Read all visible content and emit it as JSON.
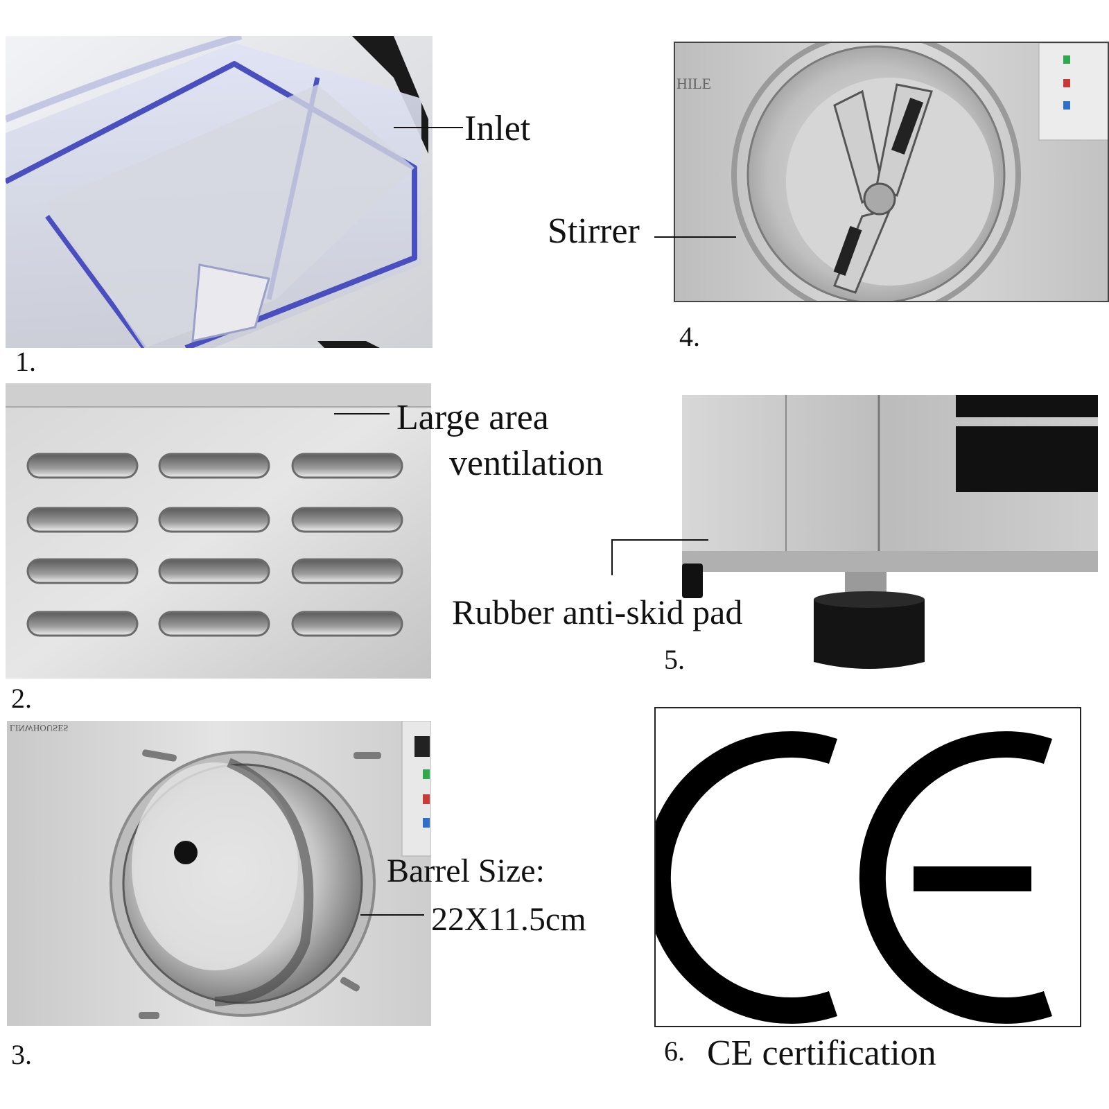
{
  "panels": [
    {
      "number": "1.",
      "caption": "Inlet",
      "subject": "transparent hopper inlet"
    },
    {
      "number": "2.",
      "caption_lines": [
        "Large area",
        "ventilation"
      ],
      "subject": "stainless steel vent louvers"
    },
    {
      "number": "3.",
      "caption_lines": [
        "Barrel Size:",
        "22X11.5cm"
      ],
      "subject": "stainless steel barrel opening"
    },
    {
      "number": "4.",
      "caption": "Stirrer",
      "subject": "stirrer blade inside barrel"
    },
    {
      "number": "5.",
      "caption": "Rubber anti-skid pad",
      "subject": "machine foot with rubber pad"
    },
    {
      "number": "6.",
      "caption": "CE certification",
      "mark": "CE"
    }
  ],
  "photo_text": {
    "panel3_brand": "LINWHOUSES",
    "panel4_brand": "HILE"
  },
  "colors": {
    "steel_light": "#d9d9d9",
    "steel_mid": "#b8b8b8",
    "steel_dark": "#6e6e6e",
    "hopper_edge": "#4a4fc0",
    "ink": "#111111"
  }
}
